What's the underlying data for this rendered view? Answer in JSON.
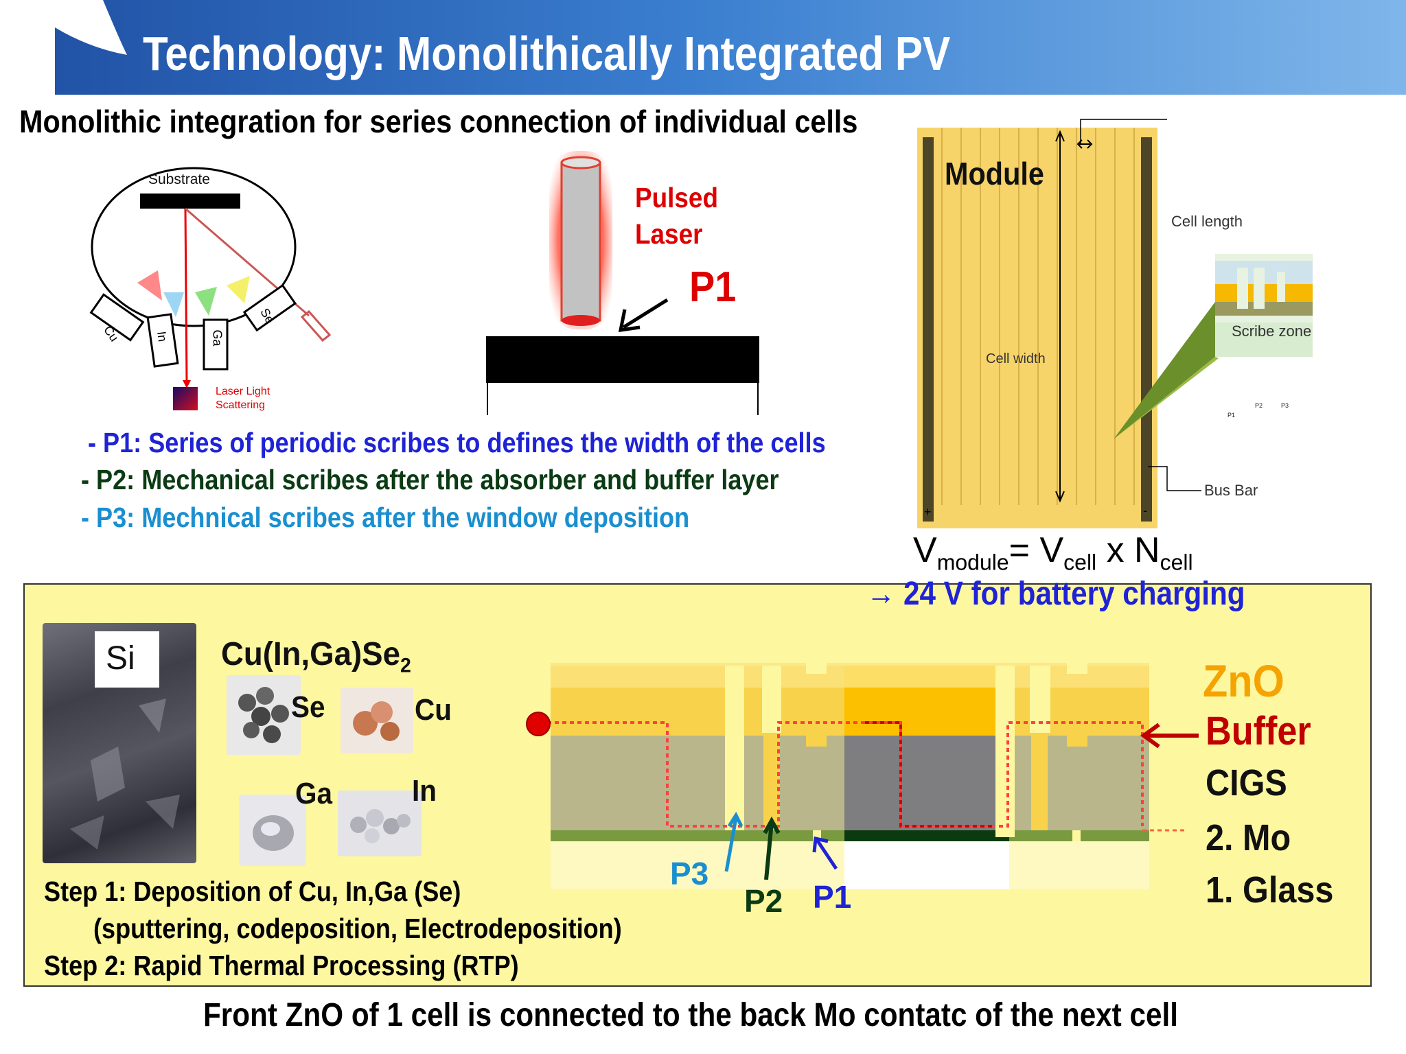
{
  "header": {
    "title": "Technology: Monolithically Integrated  PV"
  },
  "subtitle": "Monolithic integration for series connection of individual cells",
  "deposition_chamber": {
    "substrate_label": "Substrate",
    "sources": [
      "Cu",
      "In",
      "Ga",
      "Se"
    ],
    "detector_label_line1": "Laser Light",
    "detector_label_line2": "Scattering"
  },
  "laser_diagram": {
    "label_line1": "Pulsed",
    "label_line2": "Laser",
    "scribe": "P1"
  },
  "module_diagram": {
    "module_label": "Module",
    "cell_length_label": "Cell length",
    "cell_width_label": "Cell width",
    "scribe_zone_label": "Scribe zone",
    "bus_bar_label": "Bus Bar",
    "inset_scribes": [
      "P1",
      "P2",
      "P3"
    ],
    "terminals": [
      "+",
      "-"
    ]
  },
  "bullets": [
    {
      "text": "- P1: Series of periodic scribes to defines  the  width of the cells",
      "color": "#1f23d6"
    },
    {
      "text": "- P2: Mechanical scribes after the absorber and buffer layer",
      "color": "#0b3b14"
    },
    {
      "text": "- P3: Mechnical scribes after the window deposition",
      "color": "#1a8fd0"
    }
  ],
  "formula": {
    "v": "V",
    "module_sub": "module",
    "eq": "= V",
    "cell_sub": "cell",
    "x": " x  N",
    "ncell_sub": "cell"
  },
  "battery_note": "→ 24 V for battery charging",
  "bottom": {
    "si_label": "Si",
    "cigs_formula": "Cu(In,Ga)Se",
    "cigs_sub": "2",
    "elements": [
      "Se",
      "Cu",
      "Ga",
      "In"
    ],
    "layers": [
      {
        "label": "ZnO",
        "color": "#f5a300"
      },
      {
        "label": "Buffer",
        "color": "#c00000"
      },
      {
        "label": "CIGS",
        "color": "#111111"
      },
      {
        "label": "2. Mo",
        "color": "#111111"
      },
      {
        "label": "1. Glass",
        "color": "#111111"
      }
    ],
    "scribes": [
      {
        "label": "P3",
        "color": "#1a8fd0"
      },
      {
        "label": "P2",
        "color": "#0b3b14"
      },
      {
        "label": "P1",
        "color": "#1f23d6"
      }
    ],
    "steps": [
      "Step 1: Deposition of Cu, In,Ga (Se)",
      "(sputtering, codeposition, Electrodeposition)",
      "Step 2: Rapid Thermal Processing (RTP)"
    ]
  },
  "footer": "Front ZnO of 1 cell is connected to the back Mo contatc of the next cell"
}
